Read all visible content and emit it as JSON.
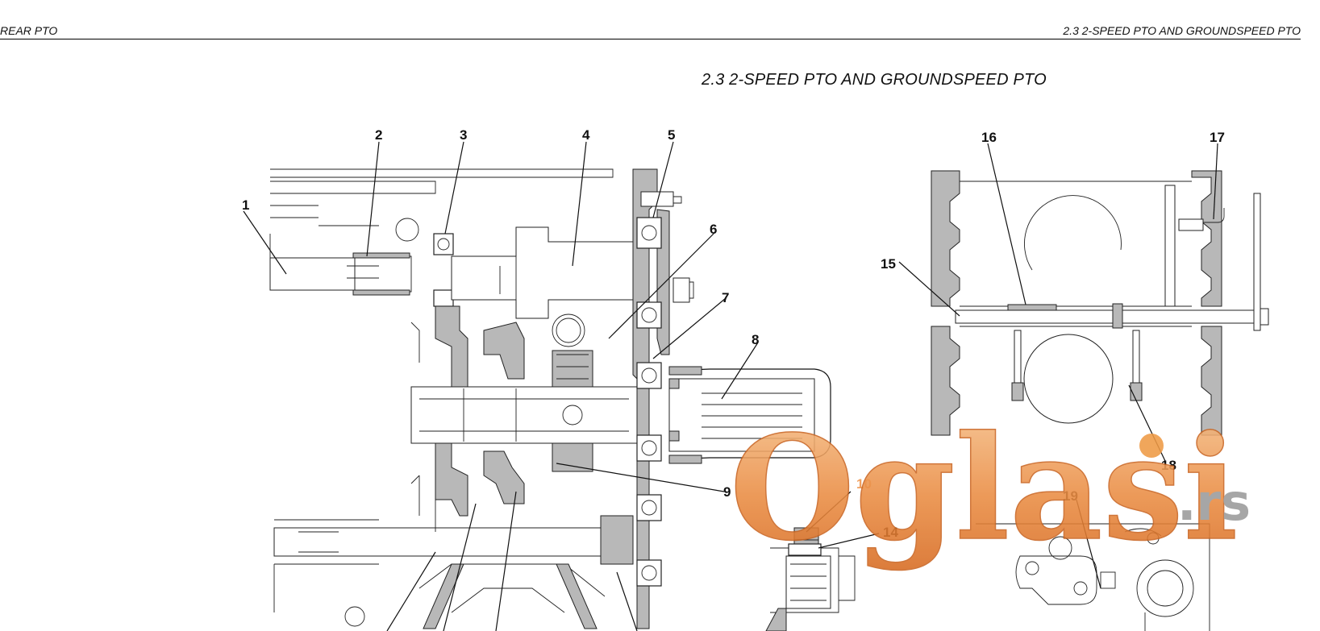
{
  "header": {
    "left": "REAR PTO",
    "right": "2.3 2-SPEED PTO AND GROUNDSPEED PTO"
  },
  "section_title": "2.3 2-SPEED PTO AND GROUNDSPEED PTO",
  "callouts": [
    "1",
    "2",
    "3",
    "4",
    "5",
    "6",
    "7",
    "8",
    "9",
    "10",
    "14",
    "15",
    "16",
    "17",
    "18",
    "19"
  ],
  "watermark": {
    "text": "Oglasi",
    "suffix": ".rs"
  },
  "colors": {
    "ink": "#111111",
    "section_fill": "#b8b8b8",
    "watermark": "#e8904a"
  }
}
